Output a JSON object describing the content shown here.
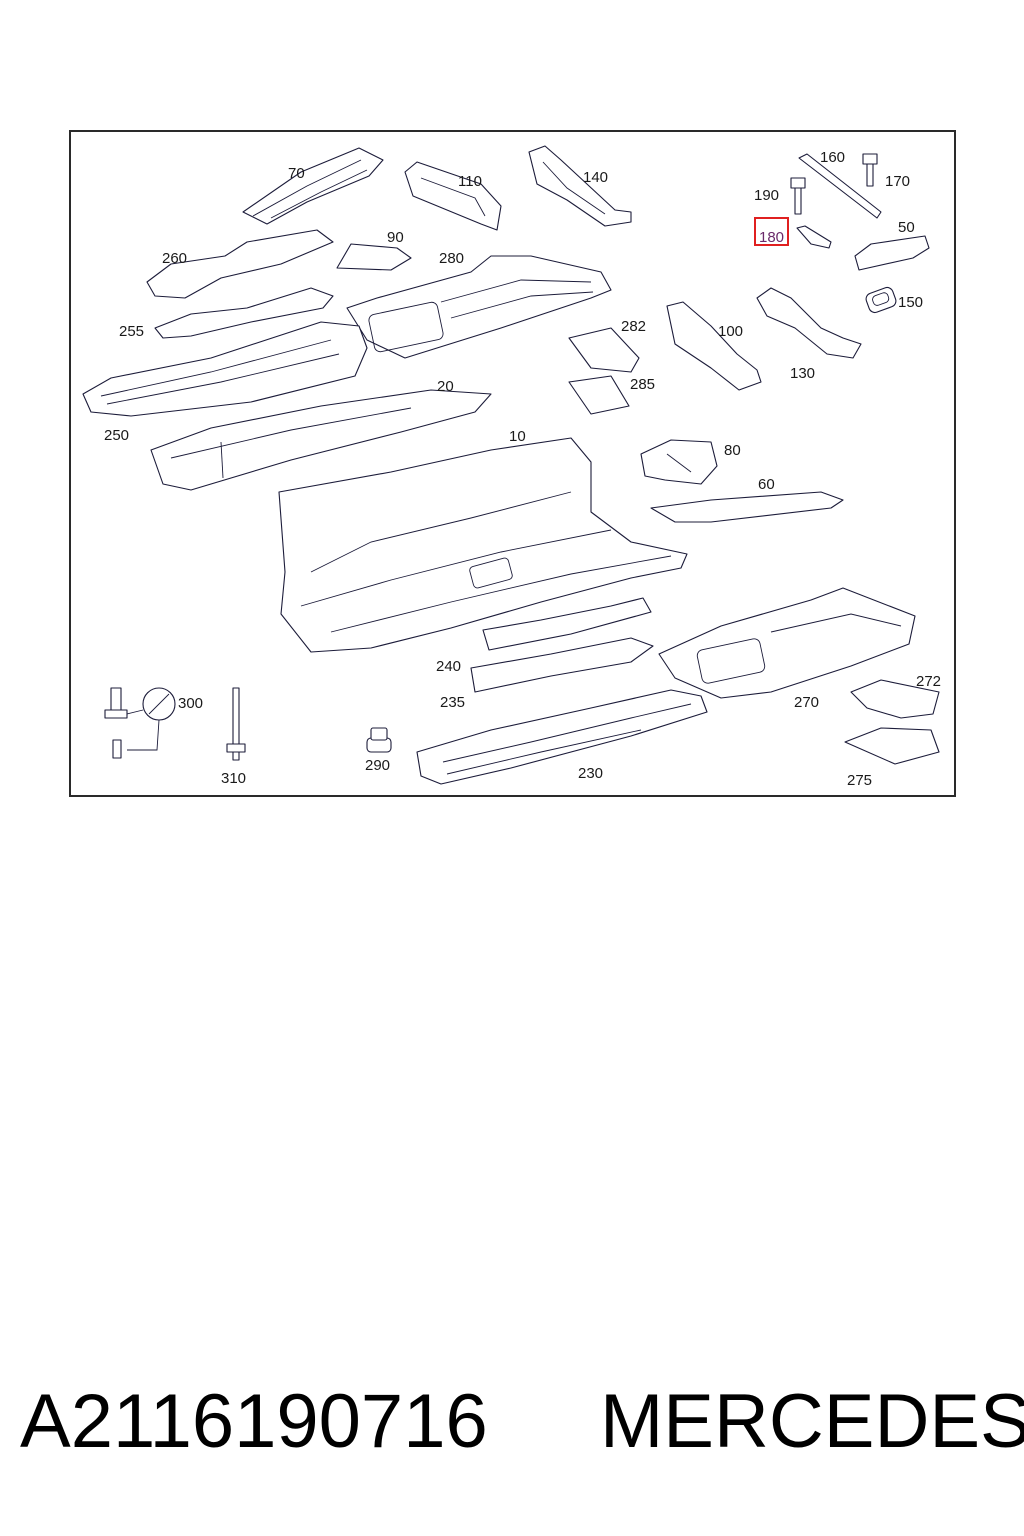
{
  "diagram": {
    "highlighted_callout": "180",
    "callouts": [
      {
        "id": "c70",
        "label": "70"
      },
      {
        "id": "c110",
        "label": "110"
      },
      {
        "id": "c140",
        "label": "140"
      },
      {
        "id": "c160",
        "label": "160"
      },
      {
        "id": "c170",
        "label": "170"
      },
      {
        "id": "c190",
        "label": "190"
      },
      {
        "id": "c50",
        "label": "50"
      },
      {
        "id": "c180",
        "label": "180"
      },
      {
        "id": "c90",
        "label": "90"
      },
      {
        "id": "c260",
        "label": "260"
      },
      {
        "id": "c280",
        "label": "280"
      },
      {
        "id": "c150",
        "label": "150"
      },
      {
        "id": "c255",
        "label": "255"
      },
      {
        "id": "c282",
        "label": "282"
      },
      {
        "id": "c100",
        "label": "100"
      },
      {
        "id": "c130",
        "label": "130"
      },
      {
        "id": "c20",
        "label": "20"
      },
      {
        "id": "c285",
        "label": "285"
      },
      {
        "id": "c250",
        "label": "250"
      },
      {
        "id": "c10",
        "label": "10"
      },
      {
        "id": "c80",
        "label": "80"
      },
      {
        "id": "c60",
        "label": "60"
      },
      {
        "id": "c300",
        "label": "300"
      },
      {
        "id": "c240",
        "label": "240"
      },
      {
        "id": "c235",
        "label": "235"
      },
      {
        "id": "c272",
        "label": "272"
      },
      {
        "id": "c270",
        "label": "270"
      },
      {
        "id": "c290",
        "label": "290"
      },
      {
        "id": "c310",
        "label": "310"
      },
      {
        "id": "c230",
        "label": "230"
      },
      {
        "id": "c275",
        "label": "275"
      }
    ]
  },
  "footer": {
    "part_number": "A2116190716",
    "brand": "MERCEDES"
  },
  "colors": {
    "highlight": "#e02020",
    "line": "#1c1c3a"
  }
}
